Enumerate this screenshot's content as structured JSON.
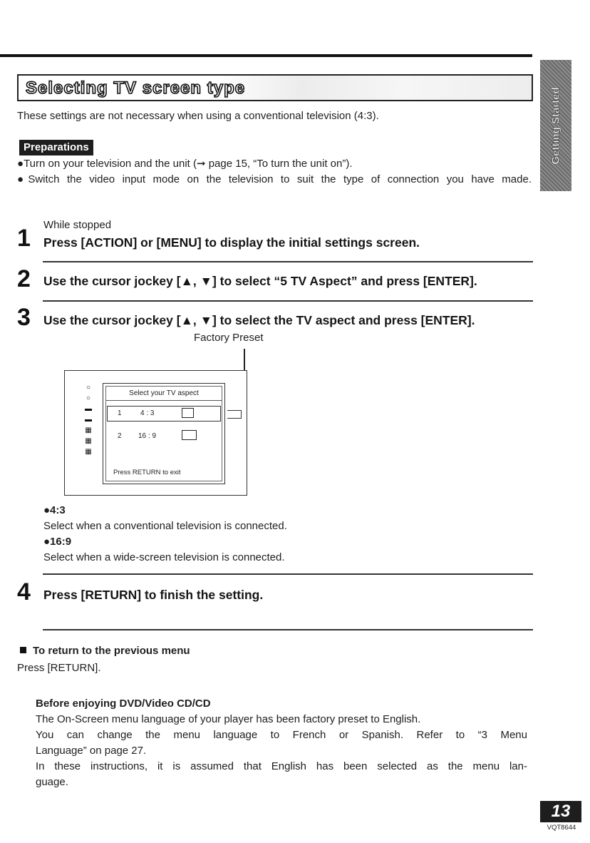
{
  "section": {
    "title": "Selecting TV screen type",
    "side_tab": "Getting Started"
  },
  "intro": "These settings are not necessary when using a conventional television (4:3).",
  "preparations": {
    "label": "Preparations",
    "items": [
      "Turn on your television and the unit (➞ page 15, “To turn the unit on”).",
      "Switch the video input mode on the television to suit the type of connection you have made."
    ]
  },
  "steps": [
    {
      "num": "1",
      "sub": "While stopped",
      "text": "Press [ACTION] or [MENU] to display the initial settings screen."
    },
    {
      "num": "2",
      "text": "Use the cursor jockey [▲, ▼] to select “5 TV Aspect” and press [ENTER]."
    },
    {
      "num": "3",
      "text": "Use the cursor jockey [▲, ▼] to select the TV aspect and press [ENTER]."
    },
    {
      "num": "4",
      "text": "Press [RETURN] to finish the setting."
    }
  ],
  "callout": "Factory Preset",
  "osd": {
    "header": "Select your TV aspect",
    "options": [
      {
        "num": "1",
        "value": "4 : 3"
      },
      {
        "num": "2",
        "value": "16 : 9"
      }
    ],
    "footer": "Press RETURN to exit"
  },
  "options": [
    {
      "head": "●4:3",
      "desc": "Select when a conventional television is connected."
    },
    {
      "head": "●16:9",
      "desc": "Select when a wide-screen television is connected."
    }
  ],
  "note": {
    "head": "To return to the previous menu",
    "body": "Press [RETURN]."
  },
  "before": {
    "title": "Before enjoying DVD/Video CD/CD",
    "p1": "The On-Screen menu language of your player has been factory preset to English.",
    "p2a": "You can change the menu language to French or Spanish. Refer to “3 Menu",
    "p2b": "Language” on page 27.",
    "p3a": "In these instructions, it is assumed that English has been selected as the menu lan-",
    "p3b": "guage."
  },
  "footer": {
    "page": "13",
    "code": "VQT8644"
  }
}
